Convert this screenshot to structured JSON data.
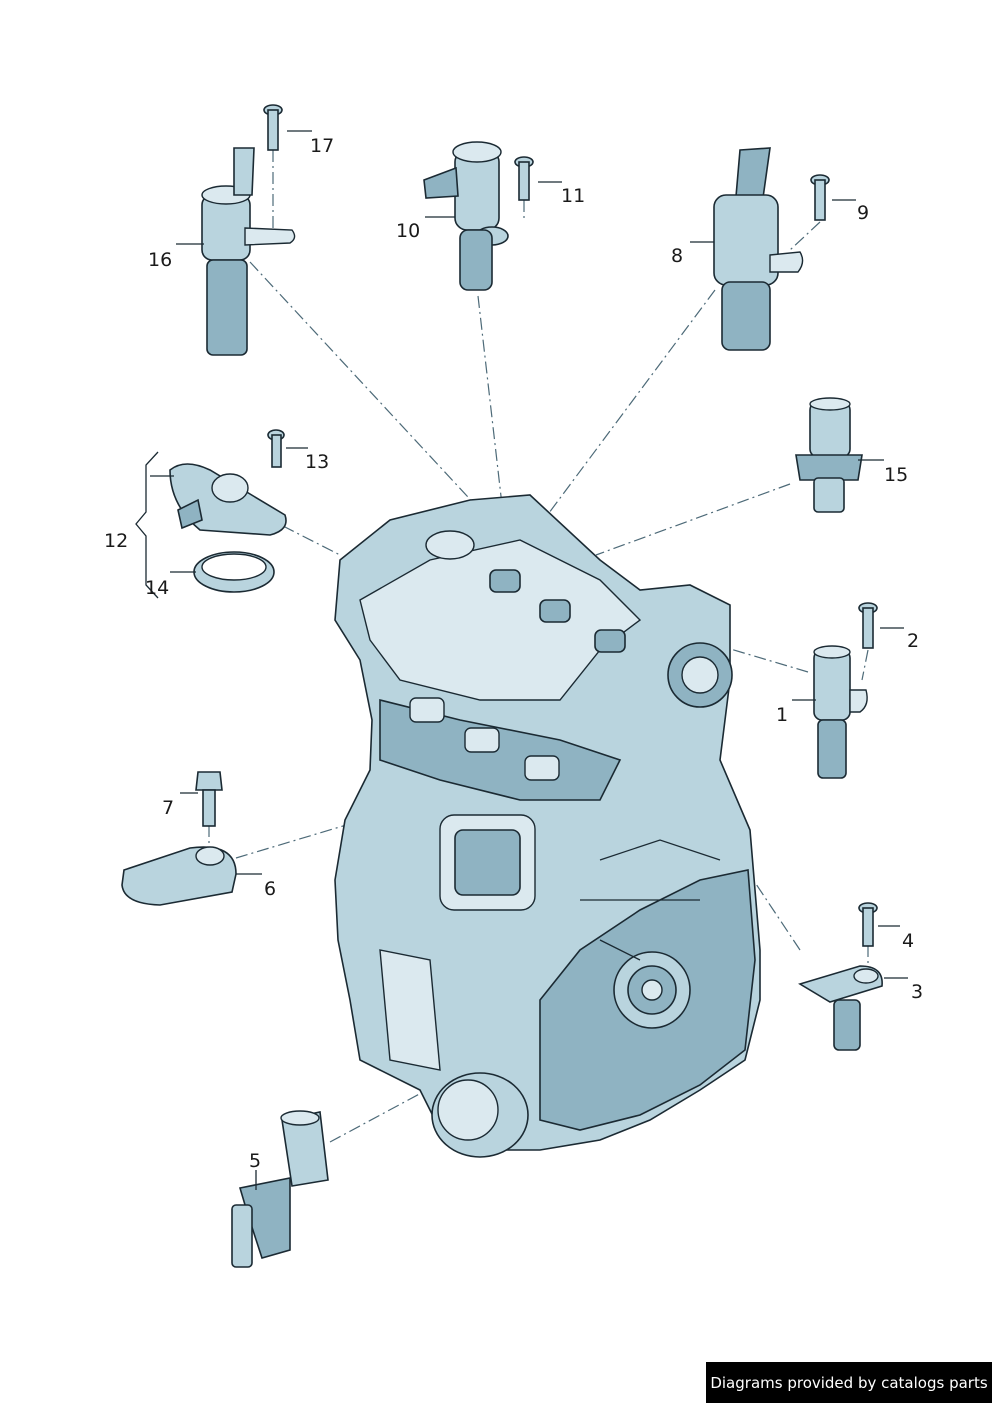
{
  "callouts": {
    "c1": "1",
    "c2": "2",
    "c3": "3",
    "c4": "4",
    "c5": "5",
    "c6": "6",
    "c7": "7",
    "c8": "8",
    "c9": "9",
    "c10": "10",
    "c11": "11",
    "c12": "12",
    "c13": "13",
    "c14": "14",
    "c15": "15",
    "c16": "16",
    "c17": "17"
  },
  "credit": "Diagrams provided by catalogs parts",
  "colors": {
    "part_fill": "#b9d4de",
    "part_shadow": "#8fb3c2",
    "outline": "#1b2a33",
    "credit_bg": "#000000",
    "credit_text": "#ffffff"
  }
}
